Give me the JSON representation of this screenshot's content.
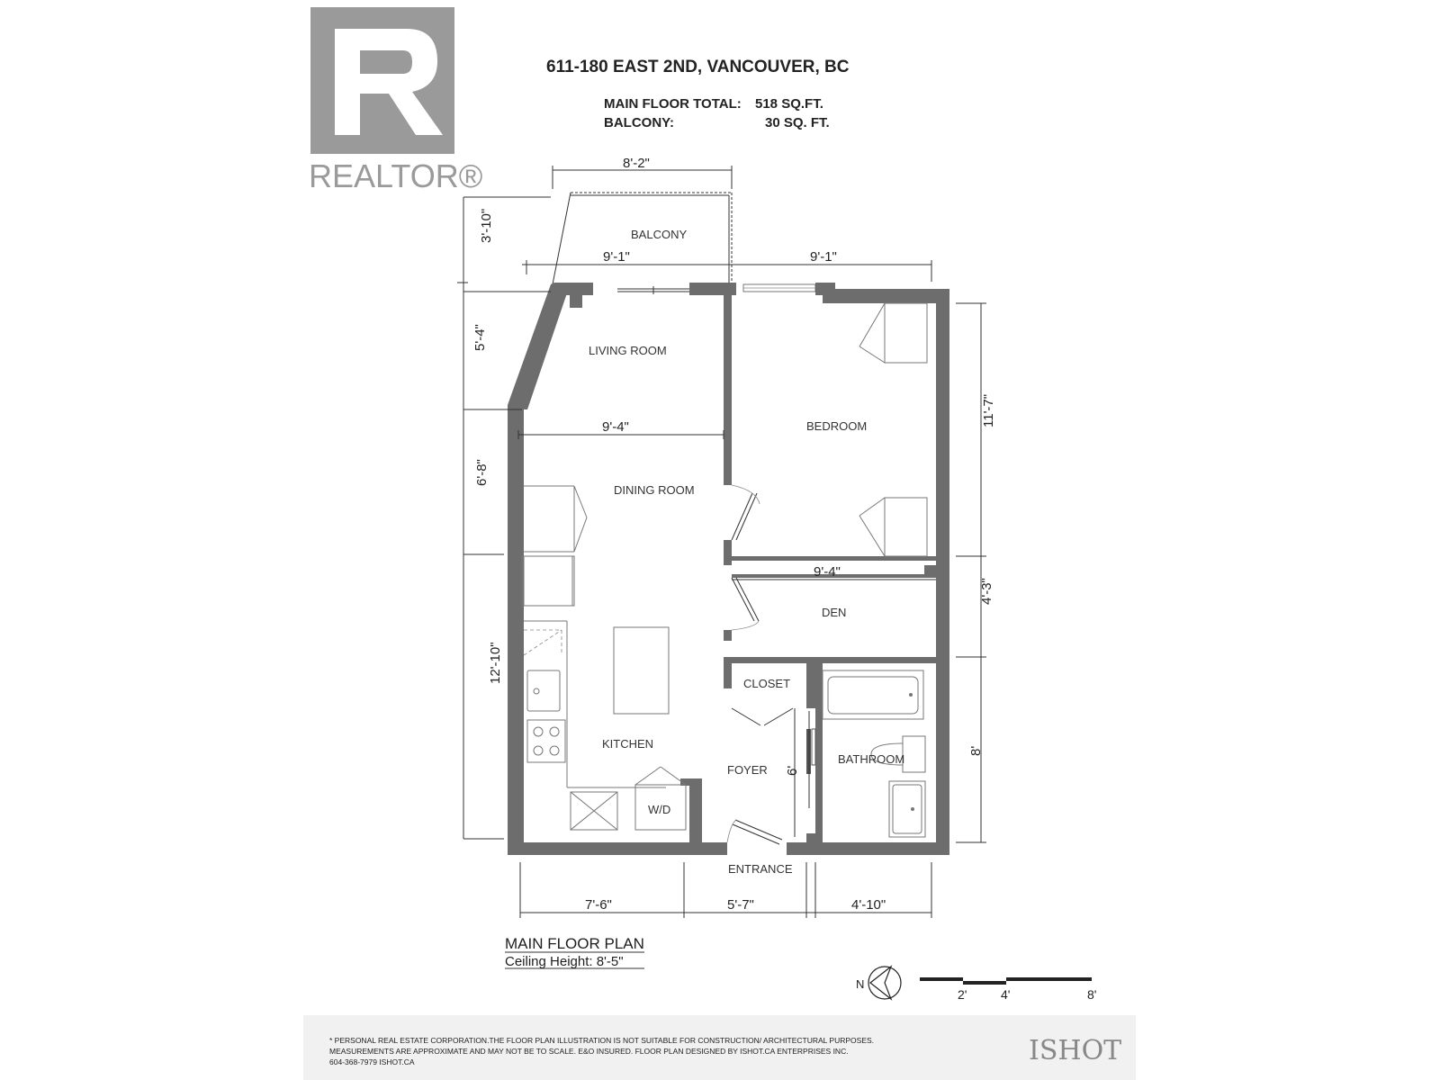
{
  "brand": {
    "logo_text": "REALTOR®"
  },
  "header": {
    "address": "611-180 EAST 2ND, VANCOUVER, BC",
    "main_floor_label": "MAIN FLOOR TOTAL:",
    "main_floor_value": "518 SQ.FT.",
    "balcony_label": "BALCONY:",
    "balcony_value": "30 SQ. FT."
  },
  "rooms": {
    "balcony": "BALCONY",
    "living_room": "LIVING ROOM",
    "bedroom": "BEDROOM",
    "dining_room": "DINING ROOM",
    "den": "DEN",
    "closet": "CLOSET",
    "kitchen": "KITCHEN",
    "foyer": "FOYER",
    "bathroom": "BATHROOM",
    "wd": "W/D",
    "entrance": "ENTRANCE"
  },
  "dimensions": {
    "balcony_width": "8'-2\"",
    "balcony_depth": "3'-10\"",
    "living_width": "9'-1\"",
    "bedroom_width": "9'-1\"",
    "living_depth": "5'-4\"",
    "dining_width": "9'-4\"",
    "dining_depth": "6'-8\"",
    "bedroom_depth": "11'-7\"",
    "den_width": "9'-4\"",
    "den_depth": "4'-3\"",
    "kitchen_depth": "12'-10\"",
    "foyer_depth": "6'",
    "bathroom_depth": "8'",
    "bottom_left": "7'-6\"",
    "bottom_mid": "5'-7\"",
    "bottom_right": "4'-10\""
  },
  "plan": {
    "title": "MAIN FLOOR PLAN",
    "ceiling": "Ceiling Height: 8'-5\""
  },
  "compass": {
    "north": "N"
  },
  "scale": {
    "labels": [
      "2'",
      "4'",
      "8'"
    ]
  },
  "footer": {
    "line1": "* PERSONAL REAL ESTATE CORPORATION.THE FLOOR PLAN ILLUSTRATION IS NOT SUITABLE FOR CONSTRUCTION/ ARCHITECTURAL PURPOSES.",
    "line2": "MEASUREMENTS ARE APPROXIMATE AND MAY NOT BE TO SCALE. E&O INSURED. FLOOR PLAN DESIGNED BY ISHOT.CA ENTERPRISES INC.",
    "line3": "604-368-7979  ISHOT.CA",
    "brand": "ISHOT"
  },
  "colors": {
    "wall": "#6d6d6d",
    "logo": "#9a9a9a",
    "footer_bg": "#f1f1f1"
  }
}
